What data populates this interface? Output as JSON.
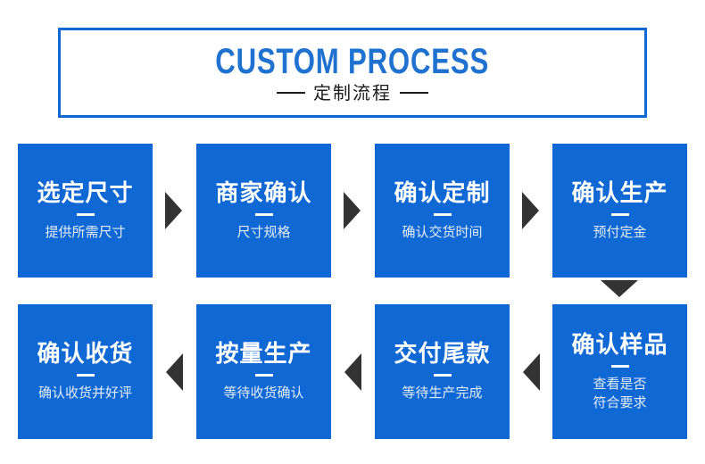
{
  "page": {
    "background_color": "#ffffff",
    "accent_color": "#1068d5",
    "arrow_color": "#333333",
    "title_color": "#1f72d0",
    "subtitle_color": "#1b1b1b",
    "step_title_color": "#ffffff",
    "step_sub_color": "#e3ecf8"
  },
  "header": {
    "title": "CUSTOM PROCESS",
    "subtitle": "定制流程"
  },
  "steps": [
    {
      "index": 1,
      "title": "选定尺寸",
      "sub_lines": [
        "提供所需尺寸"
      ],
      "row": 1,
      "col": 1
    },
    {
      "index": 2,
      "title": "商家确认",
      "sub_lines": [
        "尺寸规格"
      ],
      "row": 1,
      "col": 2
    },
    {
      "index": 3,
      "title": "确认定制",
      "sub_lines": [
        "确认交货时间"
      ],
      "row": 1,
      "col": 3
    },
    {
      "index": 4,
      "title": "确认生产",
      "sub_lines": [
        "预付定金"
      ],
      "row": 1,
      "col": 4
    },
    {
      "index": 5,
      "title": "确认样品",
      "sub_lines": [
        "查看是否",
        "符合要求"
      ],
      "row": 2,
      "col": 4
    },
    {
      "index": 6,
      "title": "交付尾款",
      "sub_lines": [
        "等待生产完成"
      ],
      "row": 2,
      "col": 3
    },
    {
      "index": 7,
      "title": "按量生产",
      "sub_lines": [
        "等待收货确认"
      ],
      "row": 2,
      "col": 2
    },
    {
      "index": 8,
      "title": "确认收货",
      "sub_lines": [
        "确认收货并好评"
      ],
      "row": 2,
      "col": 1
    }
  ],
  "connectors": [
    {
      "name": "arrow-right-1",
      "direction": "right"
    },
    {
      "name": "arrow-right-2",
      "direction": "right"
    },
    {
      "name": "arrow-right-3",
      "direction": "right"
    },
    {
      "name": "arrow-down-1",
      "direction": "down"
    },
    {
      "name": "arrow-left-1",
      "direction": "left"
    },
    {
      "name": "arrow-left-2",
      "direction": "left"
    },
    {
      "name": "arrow-left-3",
      "direction": "left"
    }
  ]
}
